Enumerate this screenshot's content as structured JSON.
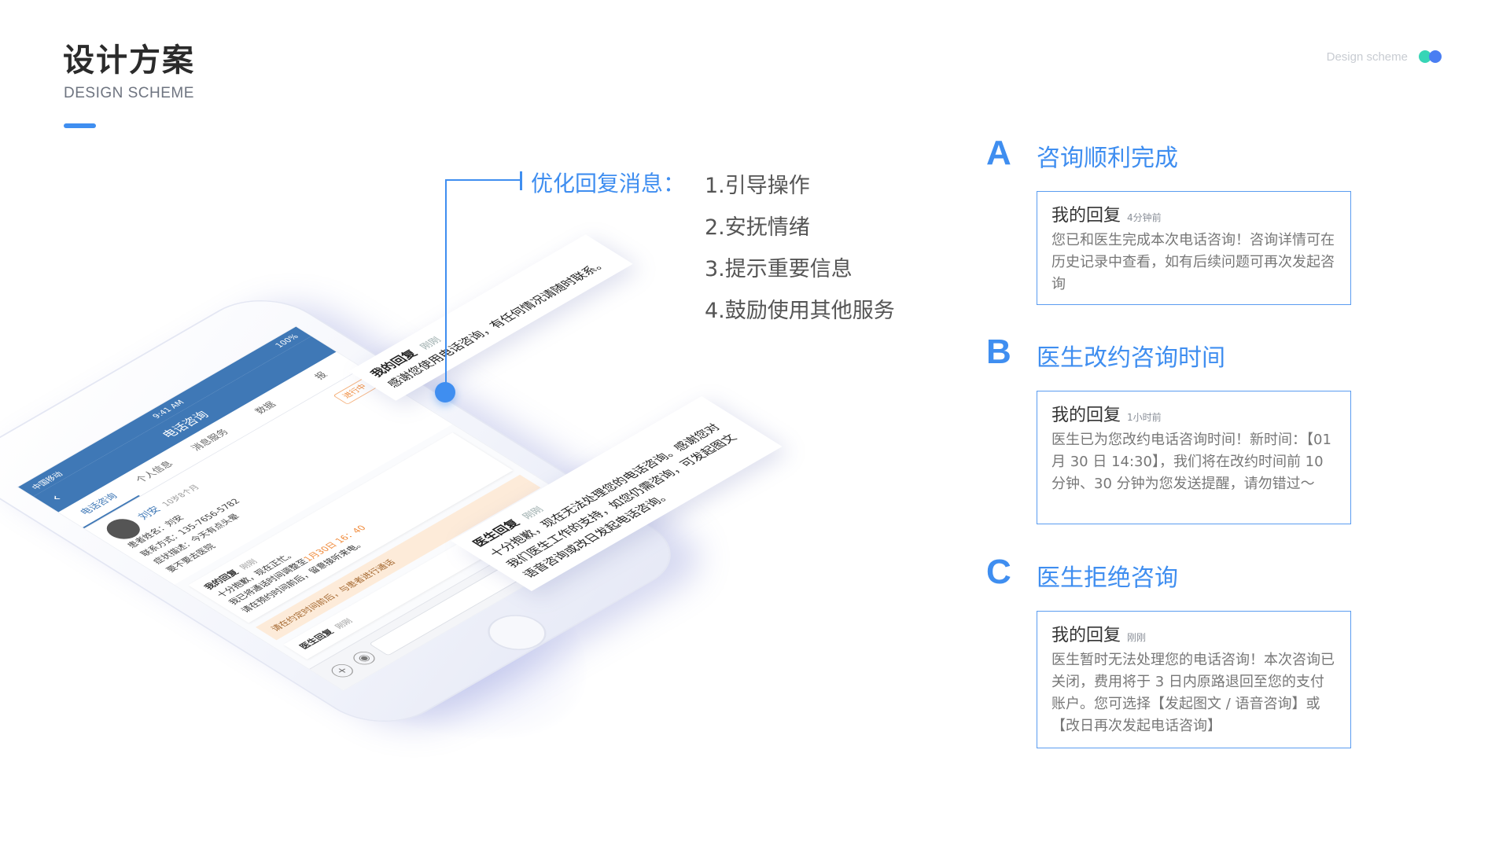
{
  "header": {
    "title": "设计方案",
    "subtitle": "DESIGN SCHEME",
    "corner_label": "Design scheme"
  },
  "colors": {
    "accent": "#3f8ef0",
    "dot_green": "#37d5b6",
    "dot_blue": "#4a7ef2",
    "highlight": "#f08a3a"
  },
  "phone": {
    "status_left": "中国移动",
    "status_time": "9:41 AM",
    "status_battery": "100%",
    "nav_title": "电话咨询",
    "back_icon": "chevron-left-icon",
    "tabs": [
      "电话咨询",
      "个人信息",
      "消息服务",
      "数据",
      "报"
    ],
    "patient_name": "刘安",
    "patient_age": "10岁8个月",
    "patient_lines": [
      "患者姓名：刘安",
      "联系方式：135-7656-5782",
      "症状描述：今天有点头晕",
      "要不要去医院"
    ],
    "status_badge": "进行中",
    "my_reply_label": "我的回复",
    "my_reply_time": "刚刚",
    "my_reply_text_1": "十分抱歉，现在正忙。",
    "my_reply_text_2": "我已将通话时间调整至",
    "my_reply_highlight": "1月30日 16：40",
    "my_reply_text_3": "请在预约时间前后，留意接听来电。",
    "tip": "请在约定时间前后，与患者进行通话",
    "doctor_reply_label": "医生回复",
    "doctor_reply_time": "刚刚"
  },
  "floating_cards": [
    {
      "head": "我的回复",
      "time": "刚刚",
      "text": "感谢您使用电话咨询，有任何情况请随时联系。"
    },
    {
      "head": "医生回复",
      "time": "刚刚",
      "text": "十分抱歉，现在无法处理您的电话咨询。感谢您对我们医生工作的支持，如您仍需咨询，可发起图文语音咨询或改日发起电话咨询。"
    }
  ],
  "callout": {
    "label": "优化回复消息：",
    "items": [
      "1.引导操作",
      "2.安抚情绪",
      "3.提示重要信息",
      "4.鼓励使用其他服务"
    ]
  },
  "sections": [
    {
      "letter": "A",
      "title": "咨询顺利完成",
      "reply_head": "我的回复",
      "reply_time": "4分钟前",
      "reply_body": "您已和医生完成本次电话咨询！咨询详情可在历史记录中查看，如有后续问题可再次发起咨询"
    },
    {
      "letter": "B",
      "title": "医生改约咨询时间",
      "reply_head": "我的回复",
      "reply_time": "1小时前",
      "reply_body": "医生已为您改约电话咨询时间！新时间：【01 月 30 日 14:30】，我们将在改约时间前 10 分钟、30 分钟为您发送提醒，请勿错过～"
    },
    {
      "letter": "C",
      "title": "医生拒绝咨询",
      "reply_head": "我的回复",
      "reply_time": "刚刚",
      "reply_body": "医生暂时无法处理您的电话咨询！本次咨询已关闭，费用将于 3 日内原路退回至您的支付账户。您可选择【发起图文 / 语音咨询】或【改日再次发起电话咨询】"
    }
  ]
}
